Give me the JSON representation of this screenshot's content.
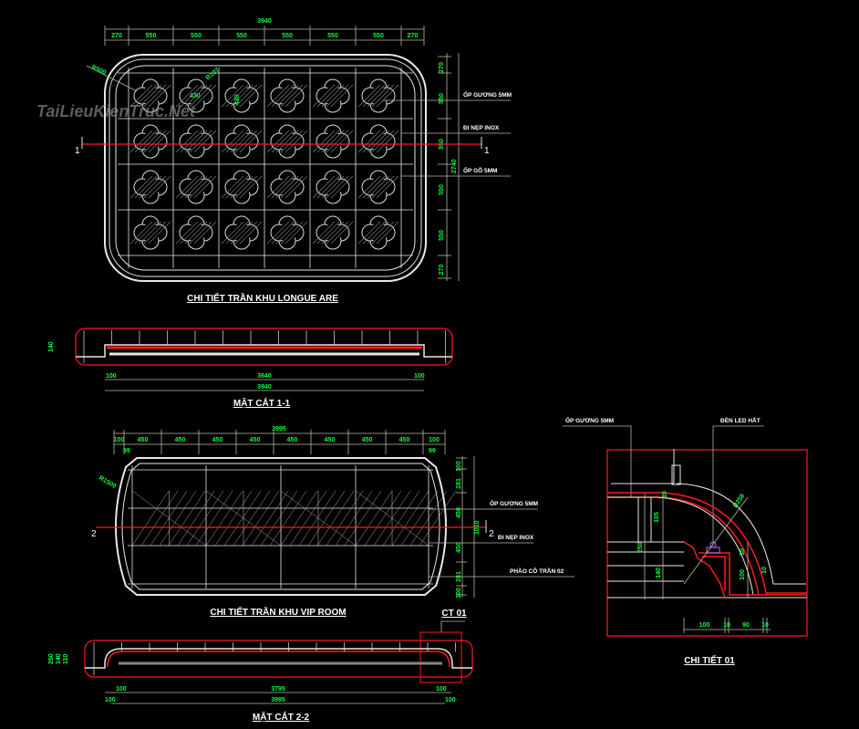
{
  "watermark": "TaiLieuKienTruc.Net",
  "plan1": {
    "title": "CHI TIẾT TRẦN KHU LONGUE ARE",
    "total_width": "3940",
    "segments": [
      "270",
      "550",
      "550",
      "550",
      "550",
      "550",
      "550",
      "270"
    ],
    "radius_label": "R500",
    "radius_small": "R107",
    "shape_w": "430",
    "shape_h": "430",
    "right_dims": [
      "270",
      "550",
      "550",
      "550",
      "550",
      "270"
    ],
    "right_total": "2740",
    "notes": [
      "ỐP GƯƠNG 5MM",
      "ĐI NẸP INOX",
      "ỐP GỖ 5MM"
    ],
    "section_mark": "1"
  },
  "section1": {
    "title": "MẶT CẮT 1-1",
    "dims_row1": [
      "100",
      "3640",
      "100"
    ],
    "dims_row2": "3940",
    "height": "140"
  },
  "plan2": {
    "title": "CHI TIẾT TRẦN KHU  VIP ROOM",
    "total_width": "3995",
    "segments": [
      "100",
      "450",
      "450",
      "450",
      "450",
      "450",
      "450",
      "450",
      "450",
      "100"
    ],
    "small": "99",
    "radius_label": "R1500",
    "right_dims": [
      "100",
      "281",
      "450",
      "450",
      "281",
      "100"
    ],
    "right_total": "1010",
    "notes": [
      "ỐP GƯƠNG 5MM",
      "ĐI NẸP INOX",
      "PHÀO CỔ TRẦN 02"
    ],
    "section_mark": "2",
    "detail_ref": "CT 01"
  },
  "section2": {
    "title": "MẶT CẮT  2-2",
    "dims_row1": [
      "100",
      "3795",
      "100"
    ],
    "dims_row2": [
      "100",
      "3995",
      "100"
    ],
    "heights": [
      "250",
      "140",
      "110"
    ]
  },
  "detail1": {
    "title": "CHI TIẾT 01",
    "notes": [
      "ỐP GƯƠNG 5MM",
      "ĐÈN LED HẮT"
    ],
    "bottom_dims": [
      "100",
      "10",
      "90",
      "10"
    ],
    "vertical_dims": [
      "105",
      "250",
      "140",
      "30",
      "100",
      "10",
      "10"
    ],
    "radius": "R258"
  },
  "colors": {
    "background": "#000000",
    "dimension": "#00ff3c",
    "section": "#ff1a1a",
    "line": "#e8e8e8"
  }
}
